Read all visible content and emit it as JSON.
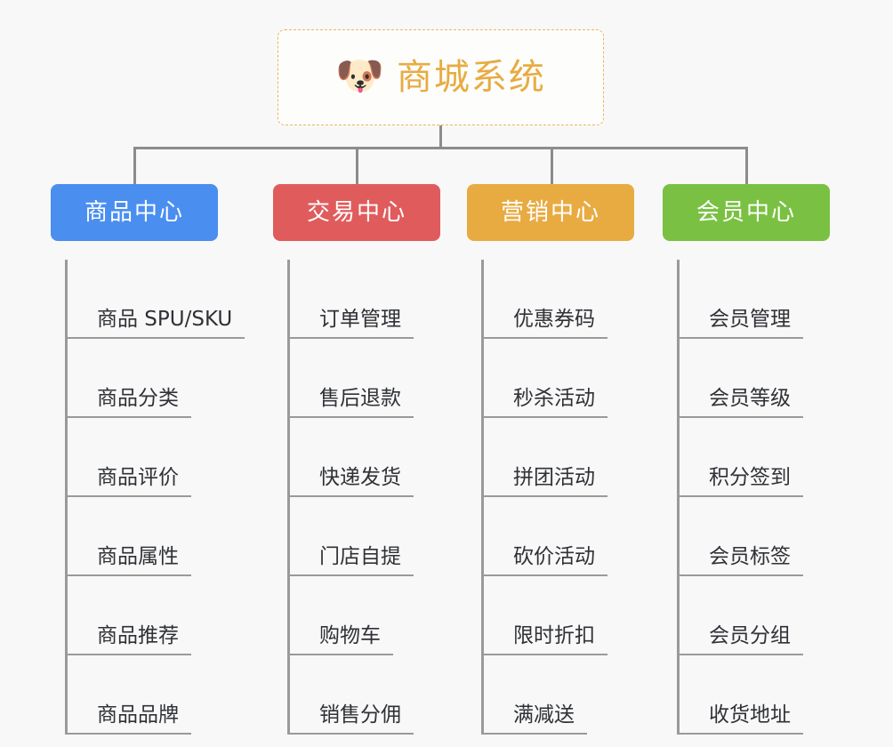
{
  "root": {
    "icon": "shiba-dog-face-icon",
    "icon_glyph": "🐶",
    "title": "商城系统",
    "border_color": "#e8b85c",
    "text_color": "#e8ab42"
  },
  "connector_color": "#8c8c8c",
  "columns": [
    {
      "id": "product-center",
      "title": "商品中心",
      "color": "#4a8ef0",
      "items": [
        "商品 SPU/SKU",
        "商品分类",
        "商品评价",
        "商品属性",
        "商品推荐",
        "商品品牌"
      ]
    },
    {
      "id": "trade-center",
      "title": "交易中心",
      "color": "#e05c5c",
      "items": [
        "订单管理",
        "售后退款",
        "快递发货",
        "门店自提",
        "购物车",
        "销售分佣"
      ]
    },
    {
      "id": "marketing-center",
      "title": "营销中心",
      "color": "#e8ab42",
      "items": [
        "优惠券码",
        "秒杀活动",
        "拼团活动",
        "砍价活动",
        "限时折扣",
        "满减送"
      ]
    },
    {
      "id": "member-center",
      "title": "会员中心",
      "color": "#7ac143",
      "items": [
        "会员管理",
        "会员等级",
        "积分签到",
        "会员标签",
        "会员分组",
        "收货地址"
      ]
    }
  ]
}
